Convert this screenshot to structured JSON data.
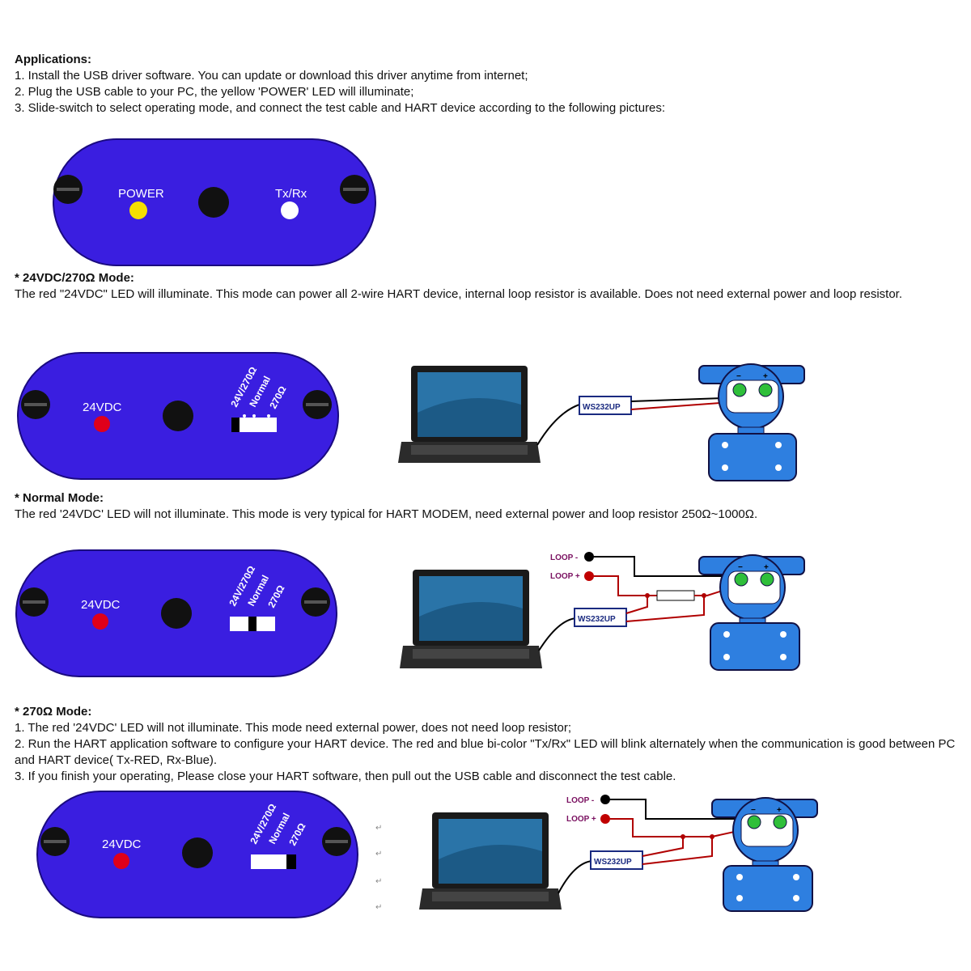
{
  "applications": {
    "title": "Applications:",
    "steps": [
      "1.  Install the USB driver software. You can update or download this driver anytime from internet;",
      "2.  Plug the USB cable to your PC, the yellow 'POWER' LED will illuminate;",
      "3.  Slide-switch to select operating mode, and connect the test cable and HART device according to the following pictures:"
    ]
  },
  "top_panel": {
    "power_label": "POWER",
    "txrx_label": "Tx/Rx",
    "power_led_color": "#f5e000",
    "txrx_led_color": "#ffffff"
  },
  "mode_24vdc": {
    "title": "* 24VDC/270Ω Mode:",
    "description": "The red \"24VDC\" LED will illuminate. This mode can power all 2-wire HART device, internal loop resistor is available. Does not need external power and loop resistor."
  },
  "mode_normal": {
    "title": "* Normal Mode:",
    "description": "The red '24VDC' LED will not illuminate. This mode is very typical for HART MODEM, need external power and loop resistor 250Ω~1000Ω."
  },
  "mode_270": {
    "title": "* 270Ω Mode:",
    "steps": [
      "1. The red '24VDC' LED will not illuminate. This mode need external power, does not need loop resistor;",
      "2. Run the HART application software to configure your HART device. The red and blue bi-color \"Tx/Rx\" LED will blink alternately when the communication is good between PC and HART device( Tx-RED, Rx-Blue).",
      "3. If you finish your operating, Please close your HART software, then pull out the USB cable and disconnect the test cable."
    ]
  },
  "panel_labels": {
    "led_label": "24VDC",
    "switch_a": "24V/270Ω",
    "switch_b": "Normal",
    "switch_c": "270Ω"
  },
  "diagram": {
    "modem_label": "WS232UP",
    "loop_minus": "LOOP -",
    "loop_plus": "LOOP +",
    "term_minus": "−",
    "term_plus": "+"
  },
  "colors": {
    "panel": "#3a1ee0",
    "led_red": "#e0001a",
    "device_blue": "#2e7fe0",
    "wire_red": "#b00000"
  }
}
